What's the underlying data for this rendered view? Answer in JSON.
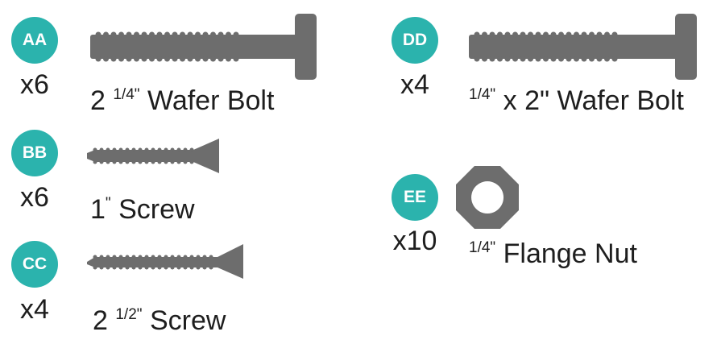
{
  "colors": {
    "badge": "#2bb3ad",
    "part": "#6d6d6d"
  },
  "parts": [
    {
      "code": "AA",
      "qty": "x6",
      "size": "1/4\"",
      "prefix": "2 ",
      "name": "Wafer Bolt"
    },
    {
      "code": "BB",
      "qty": "x6",
      "size": "\"",
      "prefix": "1",
      "name": "Screw"
    },
    {
      "code": "CC",
      "qty": "x4",
      "size": "1/2\"",
      "prefix": "2 ",
      "name": "Screw"
    },
    {
      "code": "DD",
      "qty": "x4",
      "size": "1/4\"",
      "prefix": "",
      "name": "x 2\" Wafer Bolt"
    },
    {
      "code": "EE",
      "qty": "x10",
      "size": "1/4\"",
      "prefix": "",
      "name": "Flange Nut"
    }
  ]
}
